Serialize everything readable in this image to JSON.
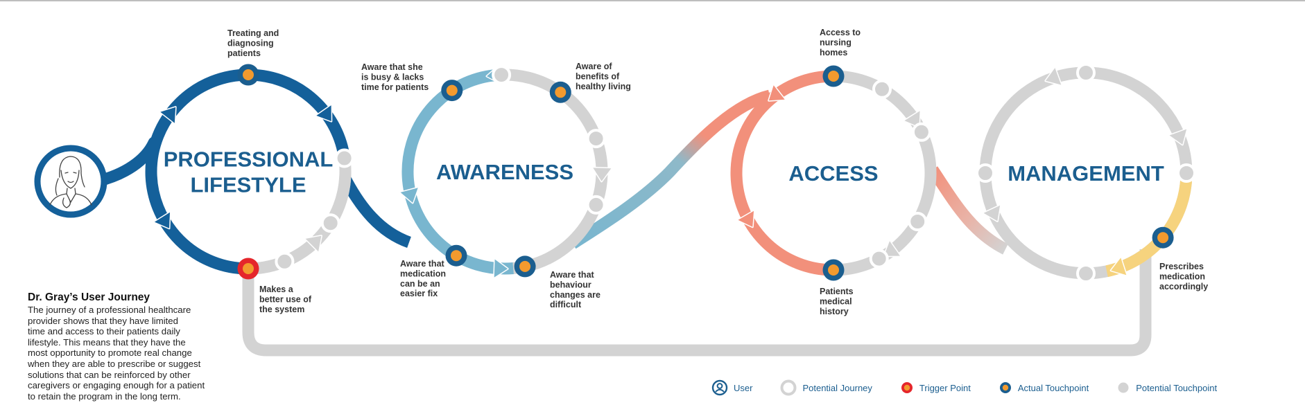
{
  "colors": {
    "professional": "#14609a",
    "awareness": "#79b6cf",
    "access": "#f2907b",
    "management": "#cccccc",
    "management_highlight": "#f6d37e",
    "potential": "#d3d3d3",
    "touch_ring": "#1b5e8f",
    "touch_core": "#f39a2e",
    "trigger_ring": "#e5262b",
    "title": "#1b5e8f"
  },
  "user_avatar": {
    "icon": "doctor-portrait-icon"
  },
  "stages": [
    {
      "id": "professional",
      "title_lines": [
        "PROFESSIONAL",
        "LIFESTYLE"
      ]
    },
    {
      "id": "awareness",
      "title_lines": [
        "AWARENESS"
      ]
    },
    {
      "id": "access",
      "title_lines": [
        "ACCESS"
      ]
    },
    {
      "id": "management",
      "title_lines": [
        "MANAGEMENT"
      ]
    }
  ],
  "touchpoints": [
    {
      "id": "treating",
      "type": "actual",
      "label_lines": [
        "Treating and",
        "diagnosing",
        "patients"
      ]
    },
    {
      "id": "better-use",
      "type": "trigger",
      "label_lines": [
        "Makes a",
        "better use of",
        "the system"
      ]
    },
    {
      "id": "busy",
      "type": "actual",
      "label_lines": [
        "Aware that she",
        "is busy & lacks",
        "time for patients"
      ]
    },
    {
      "id": "healthy",
      "type": "actual",
      "label_lines": [
        "Aware of",
        "benefits of",
        "healthy living"
      ]
    },
    {
      "id": "medication",
      "type": "actual",
      "label_lines": [
        "Aware that",
        "medication",
        "can be an",
        "easier fix"
      ]
    },
    {
      "id": "behaviour",
      "type": "actual",
      "label_lines": [
        "Aware that",
        "behaviour",
        "changes are",
        "difficult"
      ]
    },
    {
      "id": "nursing",
      "type": "actual",
      "label_lines": [
        "Access to",
        "nursing",
        "homes"
      ]
    },
    {
      "id": "history",
      "type": "actual",
      "label_lines": [
        "Patients",
        "medical",
        "history"
      ]
    },
    {
      "id": "prescribes",
      "type": "actual",
      "label_lines": [
        "Prescribes",
        "medication",
        "accordingly"
      ]
    }
  ],
  "summary": {
    "title": "Dr. Gray’s User Journey",
    "lines": [
      "The journey of a professional healthcare",
      "provider shows that they have limited",
      "time and access to their patients daily",
      "lifestyle. This means that they have the",
      "most opportunity to promote real change",
      "when they are able to prescribe or suggest",
      "solutions that can be reinforced by other",
      "caregivers or engaging enough for a patient",
      "to retain the program in the long term."
    ]
  },
  "legend": [
    {
      "icon": "user-icon",
      "label": "User"
    },
    {
      "icon": "potential-journey-icon",
      "label": "Potential Journey"
    },
    {
      "icon": "trigger-point-icon",
      "label": "Trigger Point"
    },
    {
      "icon": "actual-touchpoint-icon",
      "label": "Actual Touchpoint"
    },
    {
      "icon": "potential-touchpoint-icon",
      "label": "Potential Touchpoint"
    }
  ]
}
